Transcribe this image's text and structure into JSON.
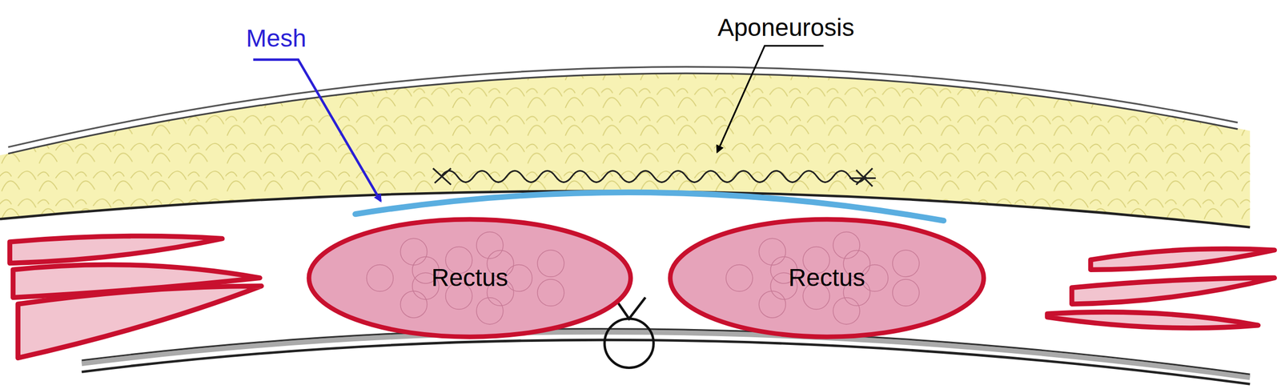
{
  "diagram": {
    "nodes": [
      {
        "text": [
          "Rectus"
        ]
      },
      {
        "text": [
          "Rectus"
        ]
      }
    ],
    "labels": [
      "Mesh",
      "Aponeurosis"
    ]
  }
}
